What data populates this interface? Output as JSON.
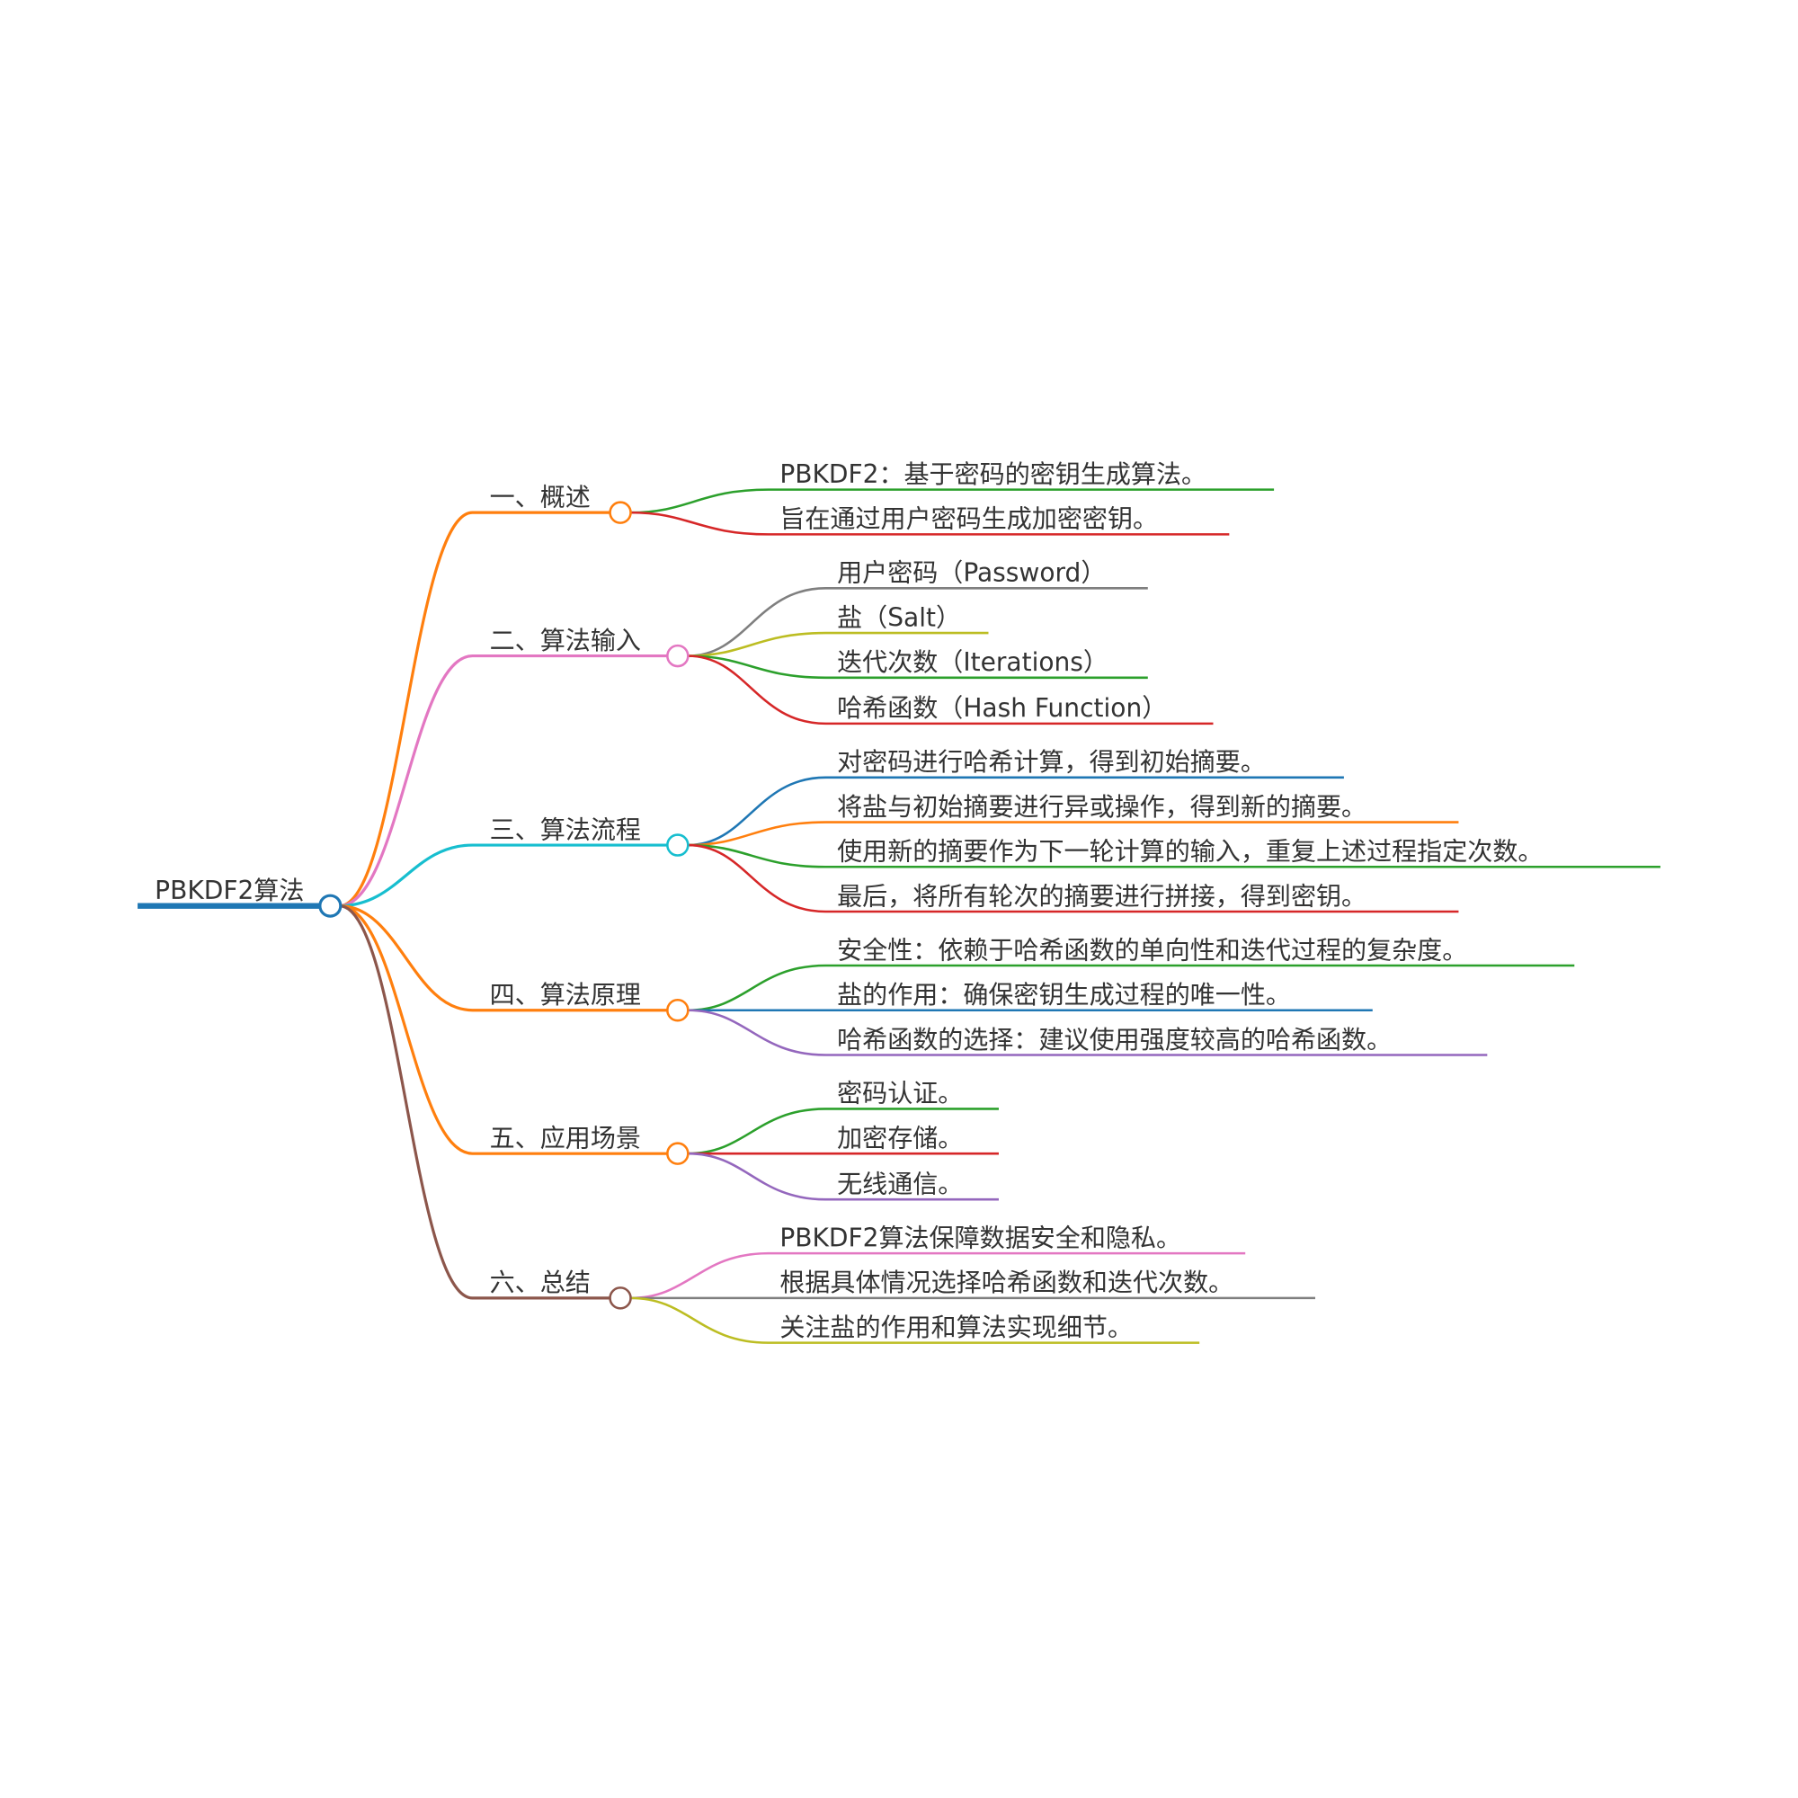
{
  "root": {
    "label": "PBKDF2算法",
    "color": "#1f77b4"
  },
  "branches": [
    {
      "label": "一、概述",
      "color": "#ff7f0e",
      "children": [
        {
          "label": "PBKDF2：基于密码的密钥生成算法。",
          "color": "#2ca02c"
        },
        {
          "label": "旨在通过用户密码生成加密密钥。",
          "color": "#d62728"
        }
      ]
    },
    {
      "label": "二、算法输入",
      "color": "#e377c2",
      "children": [
        {
          "label": "用户密码（Password）",
          "color": "#7f7f7f"
        },
        {
          "label": "盐（Salt）",
          "color": "#bcbd22"
        },
        {
          "label": "迭代次数（Iterations）",
          "color": "#2ca02c"
        },
        {
          "label": "哈希函数（Hash Function）",
          "color": "#d62728"
        }
      ]
    },
    {
      "label": "三、算法流程",
      "color": "#17becf",
      "children": [
        {
          "label": "对密码进行哈希计算，得到初始摘要。",
          "color": "#1f77b4"
        },
        {
          "label": "将盐与初始摘要进行异或操作，得到新的摘要。",
          "color": "#ff7f0e"
        },
        {
          "label": "使用新的摘要作为下一轮计算的输入，重复上述过程指定次数。",
          "color": "#2ca02c"
        },
        {
          "label": "最后，将所有轮次的摘要进行拼接，得到密钥。",
          "color": "#d62728"
        }
      ]
    },
    {
      "label": "四、算法原理",
      "color": "#ff7f0e",
      "children": [
        {
          "label": "安全性：依赖于哈希函数的单向性和迭代过程的复杂度。",
          "color": "#2ca02c"
        },
        {
          "label": "盐的作用：确保密钥生成过程的唯一性。",
          "color": "#1f77b4"
        },
        {
          "label": "哈希函数的选择：建议使用强度较高的哈希函数。",
          "color": "#9467bd"
        }
      ]
    },
    {
      "label": "五、应用场景",
      "color": "#ff7f0e",
      "children": [
        {
          "label": "密码认证。",
          "color": "#2ca02c"
        },
        {
          "label": "加密存储。",
          "color": "#d62728"
        },
        {
          "label": "无线通信。",
          "color": "#9467bd"
        }
      ]
    },
    {
      "label": "六、总结",
      "color": "#8c564b",
      "children": [
        {
          "label": "PBKDF2算法保障数据安全和隐私。",
          "color": "#e377c2"
        },
        {
          "label": "根据具体情况选择哈希函数和迭代次数。",
          "color": "#7f7f7f"
        },
        {
          "label": "关注盐的作用和算法实现细节。",
          "color": "#bcbd22"
        }
      ]
    }
  ]
}
